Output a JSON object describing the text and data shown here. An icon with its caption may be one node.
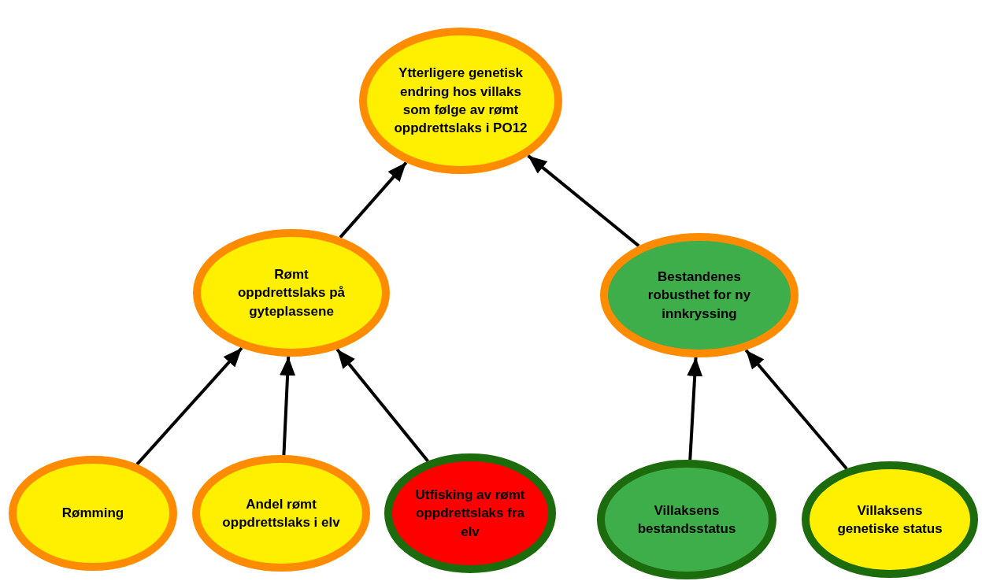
{
  "diagram": {
    "nodes": [
      {
        "text": [
          "Ytterligere genetisk endring hos villaks som følge av rømt oppdrettslaks i PO12"
        ]
      },
      {
        "text": [
          "Rømt oppdrettslaks på gyteplassene"
        ]
      },
      {
        "text": [
          "Bestandenes robusthet for ny innkryssing"
        ]
      },
      {
        "text": [
          "Rømming"
        ]
      },
      {
        "text": [
          "Andel rømt oppdrettslaks i elv"
        ]
      },
      {
        "text": [
          "Utfisking av rømt oppdrettslaks fra elv"
        ]
      },
      {
        "text": [
          "Villaksens bestandsstatus"
        ]
      },
      {
        "text": [
          "Villaksens genetiske status"
        ]
      }
    ],
    "edges": [
      {
        "from": 1,
        "to": 0,
        "arrow": "to"
      },
      {
        "from": 2,
        "to": 0,
        "arrow": "to"
      },
      {
        "from": 3,
        "to": 1,
        "arrow": "to"
      },
      {
        "from": 4,
        "to": 1,
        "arrow": "to"
      },
      {
        "from": 5,
        "to": 1,
        "arrow": "to"
      },
      {
        "from": 6,
        "to": 2,
        "arrow": "to"
      },
      {
        "from": 7,
        "to": 2,
        "arrow": "to"
      }
    ]
  }
}
